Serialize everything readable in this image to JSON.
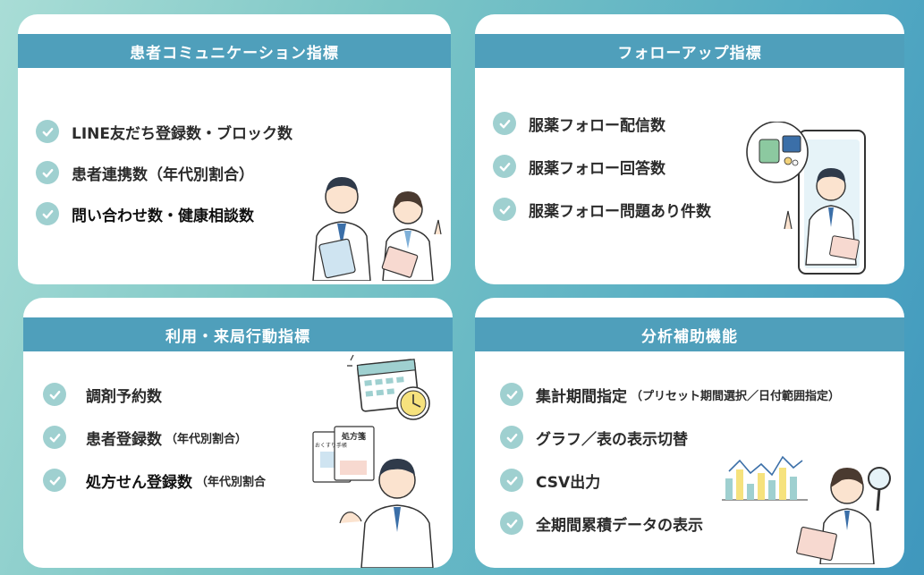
{
  "cards": {
    "patient_comm": {
      "title": "患者コミュニケーション指標",
      "items": [
        {
          "label": "LINE友だち登録数・ブロック数"
        },
        {
          "label": "患者連携数（年代別割合）"
        },
        {
          "label": "問い合わせ数・健康相談数"
        }
      ]
    },
    "follow_up": {
      "title": "フォローアップ指標",
      "items": [
        {
          "label": "服薬フォロー配信数"
        },
        {
          "label": "服薬フォロー回答数"
        },
        {
          "label": "服薬フォロー問題あり件数"
        }
      ]
    },
    "usage": {
      "title": "利用・来局行動指標",
      "items": [
        {
          "label": "調剤予約数",
          "note": ""
        },
        {
          "label": "患者登録数",
          "note": "（年代別割合）"
        },
        {
          "label": "処方せん登録数",
          "note": "（年代別割合"
        }
      ]
    },
    "analysis": {
      "title": "分析補助機能",
      "items": [
        {
          "label": "集計期間指定",
          "note": "（プリセット期間選択／日付範囲指定）"
        },
        {
          "label": "グラフ／表の表示切替",
          "note": ""
        },
        {
          "label": "CSV出力",
          "note": ""
        },
        {
          "label": "全期間累積データの表示",
          "note": ""
        }
      ]
    }
  },
  "illustrations": {
    "prescription_title": "処方箋",
    "medicine_notebook": "おくすり手帳"
  },
  "colors": {
    "header": "#4f9fbb",
    "check": "#9fd0d0",
    "text": "#2b2b2b"
  }
}
